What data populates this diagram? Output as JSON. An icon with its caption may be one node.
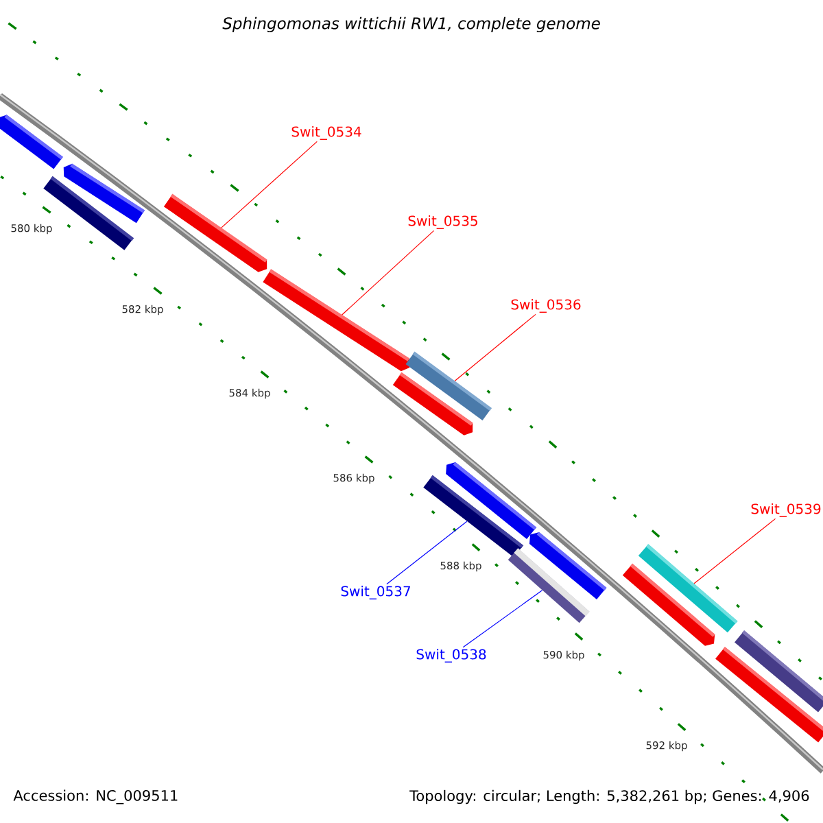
{
  "diagram": {
    "title": "Sphingomonas wittichii RW1, complete genome",
    "nodes": [
      {
        "text": [
          "Swit_0534"
        ]
      },
      {
        "text": [
          "Swit_0535"
        ]
      },
      {
        "text": [
          "Swit_0536"
        ]
      },
      {
        "text": [
          "Swit_0537"
        ]
      },
      {
        "text": [
          "Swit_0538"
        ]
      },
      {
        "text": [
          "Swit_0539"
        ]
      },
      {
        "text": [],
        "shape": "bar"
      },
      {
        "text": [],
        "shape": "bar"
      },
      {
        "text": [],
        "shape": "bar"
      },
      {
        "text": [],
        "shape": "bar"
      },
      {
        "text": [],
        "shape": "bar"
      },
      {
        "text": [],
        "shape": "bar"
      },
      {
        "text": [],
        "shape": "bar"
      },
      {
        "text": [],
        "shape": "bar"
      },
      {
        "text": [],
        "shape": "bar"
      },
      {
        "text": [],
        "shape": "bar"
      },
      {
        "text": [],
        "shape": "bar"
      },
      {
        "text": [],
        "shape": "bar"
      },
      {
        "text": [],
        "shape": "bar"
      },
      {
        "text": [],
        "shape": "bar"
      },
      {
        "text": [],
        "shape": "bar"
      }
    ],
    "edges": [
      {
        "from": 0,
        "to": 9,
        "arrow": "none"
      },
      {
        "from": 1,
        "to": 10,
        "arrow": "none"
      },
      {
        "from": 2,
        "to": 12,
        "arrow": "none"
      },
      {
        "from": 3,
        "to": 13,
        "arrow": "none",
        "color": "#0000ff"
      },
      {
        "from": 4,
        "to": 15,
        "arrow": "none",
        "color": "#0000ff"
      },
      {
        "from": 5,
        "to": 18,
        "arrow": "none"
      }
    ],
    "labels": [
      "580 kbp",
      "582 kbp",
      "584 kbp",
      "586 kbp",
      "588 kbp",
      "590 kbp",
      "592 kbp",
      "Accession: NC_009511",
      "Topology: circular; Length: 5,382,261 bp; Genes: 4,906"
    ]
  }
}
